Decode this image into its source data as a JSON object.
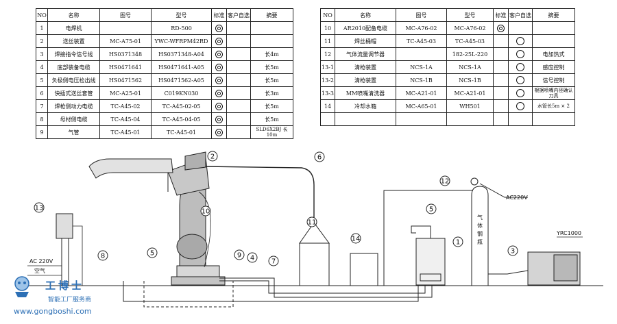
{
  "headers": {
    "no": "NO",
    "name": "名称",
    "drawing": "图号",
    "model": "型号",
    "standard": "标准",
    "customer": "客户自选",
    "note": "摘要"
  },
  "left_rows": [
    {
      "no": "1",
      "name": "电焊机",
      "drawing": "",
      "model": "RD-500",
      "std": true,
      "opt": false,
      "note": ""
    },
    {
      "no": "2",
      "name": "送丝装置",
      "drawing": "MC-A75-01",
      "model": "YWC-WFRPM42RD",
      "std": true,
      "opt": false,
      "note": ""
    },
    {
      "no": "3",
      "name": "焊接指令信号线",
      "drawing": "HS0371348",
      "model": "HS0371348-A04",
      "std": true,
      "opt": false,
      "note": "长4m"
    },
    {
      "no": "4",
      "name": "底部装备电缆",
      "drawing": "HS0471641",
      "model": "HS0471641-A05",
      "std": true,
      "opt": false,
      "note": "长5m"
    },
    {
      "no": "5",
      "name": "负极侧电压检出线",
      "drawing": "HS0471562",
      "model": "HS0471562-A05",
      "std": true,
      "opt": false,
      "note": "长5m"
    },
    {
      "no": "6",
      "name": "快插式送丝套管",
      "drawing": "MC-A25-01",
      "model": "C019KN030",
      "std": true,
      "opt": false,
      "note": "长3m"
    },
    {
      "no": "7",
      "name": "焊枪侧动力电缆",
      "drawing": "TC-A45-02",
      "model": "TC-A45-02-05",
      "std": true,
      "opt": false,
      "note": "长5m"
    },
    {
      "no": "8",
      "name": "母材侧电缆",
      "drawing": "TC-A45-04",
      "model": "TC-A45-04-05",
      "std": true,
      "opt": false,
      "note": "长5m"
    },
    {
      "no": "9",
      "name": "气管",
      "drawing": "TC-A45-01",
      "model": "TC-A45-01",
      "std": true,
      "opt": false,
      "note": "SLD6X2BJ 长10m"
    }
  ],
  "right_rows": [
    {
      "no": "10",
      "name": "AR2010配备电缆",
      "drawing": "MC-A76-02",
      "model": "MC-A76-02",
      "std": true,
      "opt": false,
      "note": ""
    },
    {
      "no": "11",
      "name": "焊丝桶帽",
      "drawing": "TC-A45-03",
      "model": "TC-A45-03",
      "std": false,
      "opt": true,
      "note": ""
    },
    {
      "no": "12",
      "name": "气体流量调节器",
      "drawing": "",
      "model": "182-25L-220",
      "std": false,
      "opt": true,
      "note": "电加热式"
    },
    {
      "no": "13-1",
      "name": "清枪装置",
      "drawing": "NCS-1A",
      "model": "NCS-1A",
      "std": false,
      "opt": true,
      "note": "感应控制"
    },
    {
      "no": "13-2",
      "name": "清枪装置",
      "drawing": "NCS-1B",
      "model": "NCS-1B",
      "std": false,
      "opt": true,
      "note": "信号控制"
    },
    {
      "no": "13-3",
      "name": "MM喷嘴清洗器",
      "drawing": "MC-A21-01",
      "model": "MC-A21-01",
      "std": false,
      "opt": true,
      "note": "根据喷嘴内径确认刀具"
    },
    {
      "no": "14",
      "name": "冷却水箱",
      "drawing": "MC-A65-01",
      "model": "WH501",
      "std": false,
      "opt": true,
      "note": "水管长5m × 2"
    },
    {
      "no": "",
      "name": "",
      "drawing": "",
      "model": "",
      "std": false,
      "opt": false,
      "note": ""
    }
  ],
  "callouts": [
    "1",
    "2",
    "3",
    "4",
    "5",
    "5",
    "6",
    "7",
    "8",
    "9",
    "10",
    "11",
    "12",
    "13",
    "14"
  ],
  "labels": {
    "ac220_right": "AC220V",
    "ac220_left": "AC 220V",
    "air": "空气",
    "gas_cylinder": "气体钢瓶",
    "yrc": "YRC1000"
  },
  "watermark": {
    "brand": "工博士",
    "tagline": "智能工厂服务商",
    "url": "www.gongboshi.com"
  }
}
